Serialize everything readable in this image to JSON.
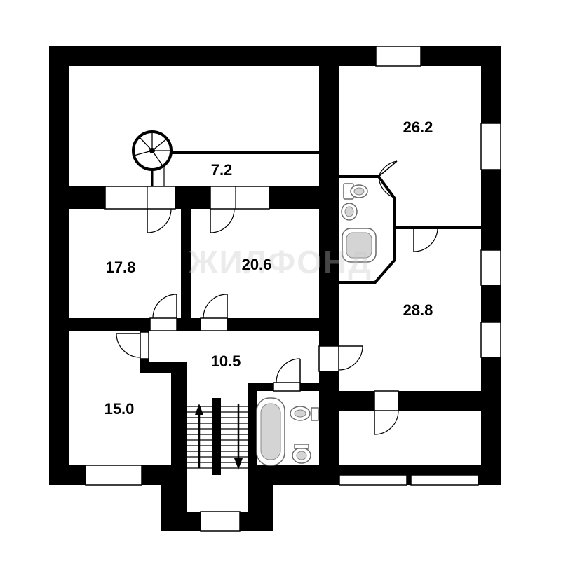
{
  "plan": {
    "rooms": [
      {
        "id": "room-7-2",
        "area": "7.2"
      },
      {
        "id": "room-26-2",
        "area": "26.2"
      },
      {
        "id": "room-17-8",
        "area": "17.8"
      },
      {
        "id": "room-20-6",
        "area": "20.6"
      },
      {
        "id": "room-28-8",
        "area": "28.8"
      },
      {
        "id": "room-10-5",
        "area": "10.5"
      },
      {
        "id": "room-15-0",
        "area": "15.0"
      }
    ],
    "watermark": "ЖИЛФОНД",
    "colors": {
      "wall": "#000000",
      "background": "#ffffff",
      "fixture": "#d4d4d4"
    }
  }
}
